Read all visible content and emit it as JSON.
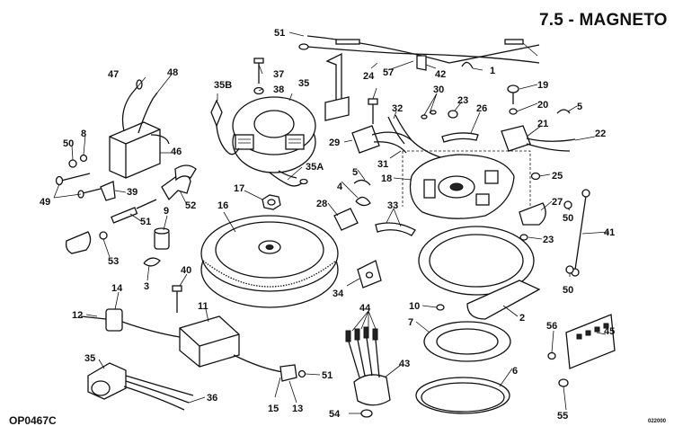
{
  "title": "7.5 - MAGNETO",
  "figure_code_left": "OP0467C",
  "figure_code_right": "022000",
  "callouts": {
    "c1": "1",
    "c2": "2",
    "c3": "3",
    "c4": "4",
    "c5a": "5",
    "c5b": "5",
    "c6": "6",
    "c7": "7",
    "c8": "8",
    "c9": "9",
    "c10": "10",
    "c11": "11",
    "c12": "12",
    "c13": "13",
    "c14": "14",
    "c15": "15",
    "c16": "16",
    "c17": "17",
    "c18": "18",
    "c19": "19",
    "c20": "20",
    "c21": "21",
    "c22": "22",
    "c23a": "23",
    "c23b": "23",
    "c24": "24",
    "c25": "25",
    "c26": "26",
    "c27": "27",
    "c28": "28",
    "c29": "29",
    "c30": "30",
    "c31": "31",
    "c32": "32",
    "c33": "33",
    "c34": "34",
    "c35": "35",
    "c35a": "35A",
    "c35b": "35B",
    "c35c": "35",
    "c36": "36",
    "c37": "37",
    "c38": "38",
    "c39": "39",
    "c40": "40",
    "c41": "41",
    "c42": "42",
    "c43": "43",
    "c44": "44",
    "c45": "45",
    "c46": "46",
    "c47": "47",
    "c48": "48",
    "c49": "49",
    "c50a": "50",
    "c50b": "50",
    "c50c": "50",
    "c51a": "51",
    "c51b": "51",
    "c51c": "51",
    "c52": "52",
    "c53": "53",
    "c54": "54",
    "c55": "55",
    "c56": "56",
    "c57": "57"
  }
}
